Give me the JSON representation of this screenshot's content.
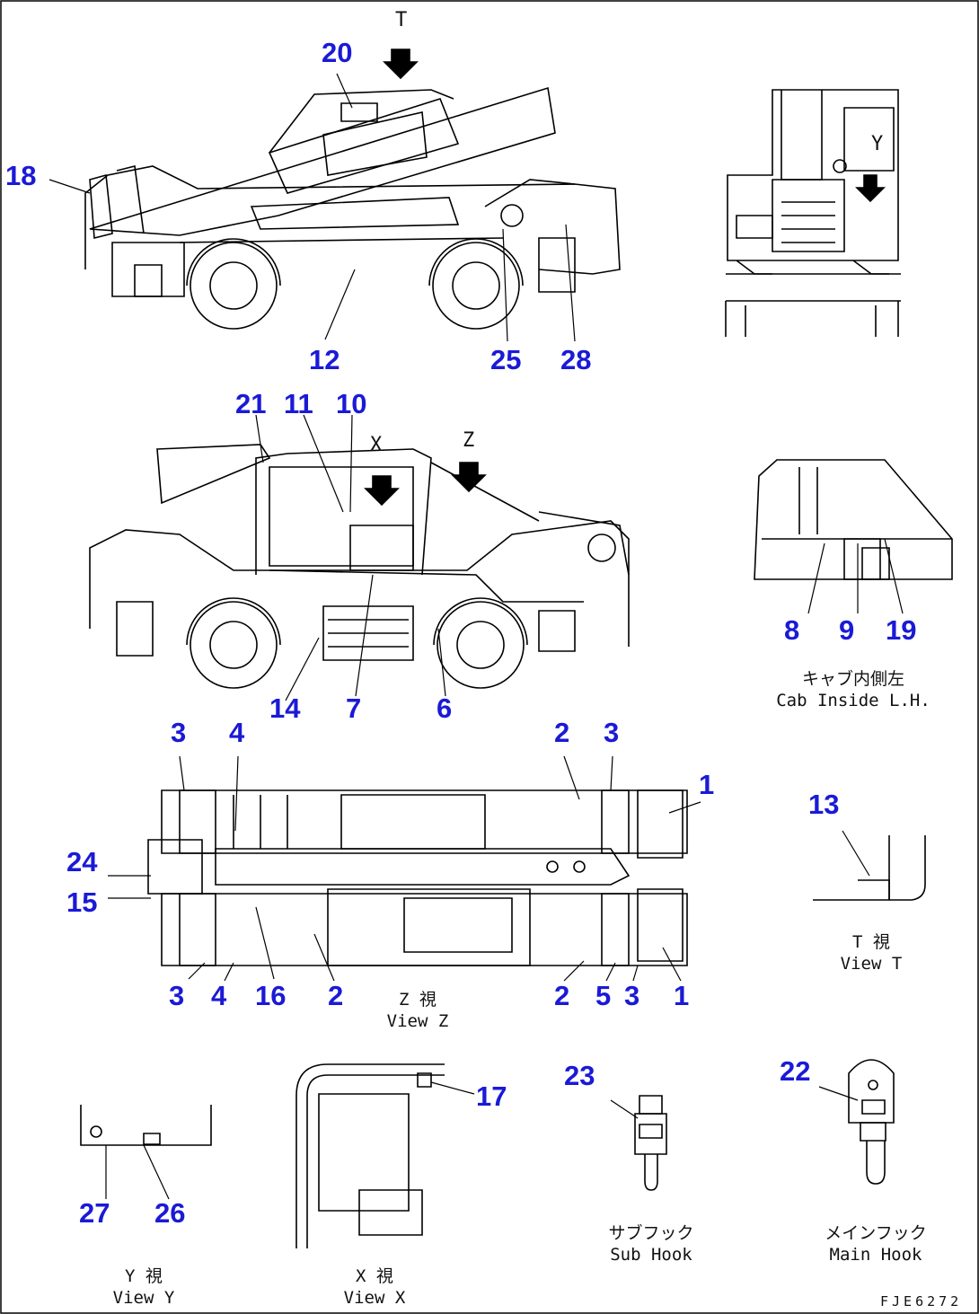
{
  "view_letters": {
    "t": "T",
    "y": "Y",
    "x": "X",
    "z": "Z"
  },
  "callouts": {
    "n20": "20",
    "n18": "18",
    "n12": "12",
    "n25": "25",
    "n28": "28",
    "n21": "21",
    "n11": "11",
    "n10": "10",
    "n8": "8",
    "n9": "9",
    "n19": "19",
    "n14": "14",
    "n7": "7",
    "n6": "6",
    "z3a": "3",
    "z4a": "4",
    "z2a": "2",
    "z3b": "3",
    "z1a": "1",
    "n13": "13",
    "n24": "24",
    "n15": "15",
    "z3c": "3",
    "z4b": "4",
    "n16": "16",
    "z2b": "2",
    "z2c": "2",
    "n5": "5",
    "z3d": "3",
    "z1b": "1",
    "n17": "17",
    "n23": "23",
    "n22": "22",
    "n27": "27",
    "n26": "26"
  },
  "captions": {
    "cab_inside_jp": "キャブ内側左",
    "cab_inside_en": "Cab Inside L.H.",
    "view_t_jp": "T 視",
    "view_t_en": "View T",
    "view_z_jp": "Z 視",
    "view_z_en": "View Z",
    "view_y_jp": "Y 視",
    "view_y_en": "View Y",
    "view_x_jp": "X 視",
    "view_x_en": "View X",
    "sub_hook_jp": "サブフック",
    "sub_hook_en": "Sub Hook",
    "main_hook_jp": "メインフック",
    "main_hook_en": "Main Hook"
  },
  "drawing_code": "FJE6272",
  "colors": {
    "callout": "#1a1ad6",
    "line": "#000000",
    "background": "#ffffff"
  }
}
